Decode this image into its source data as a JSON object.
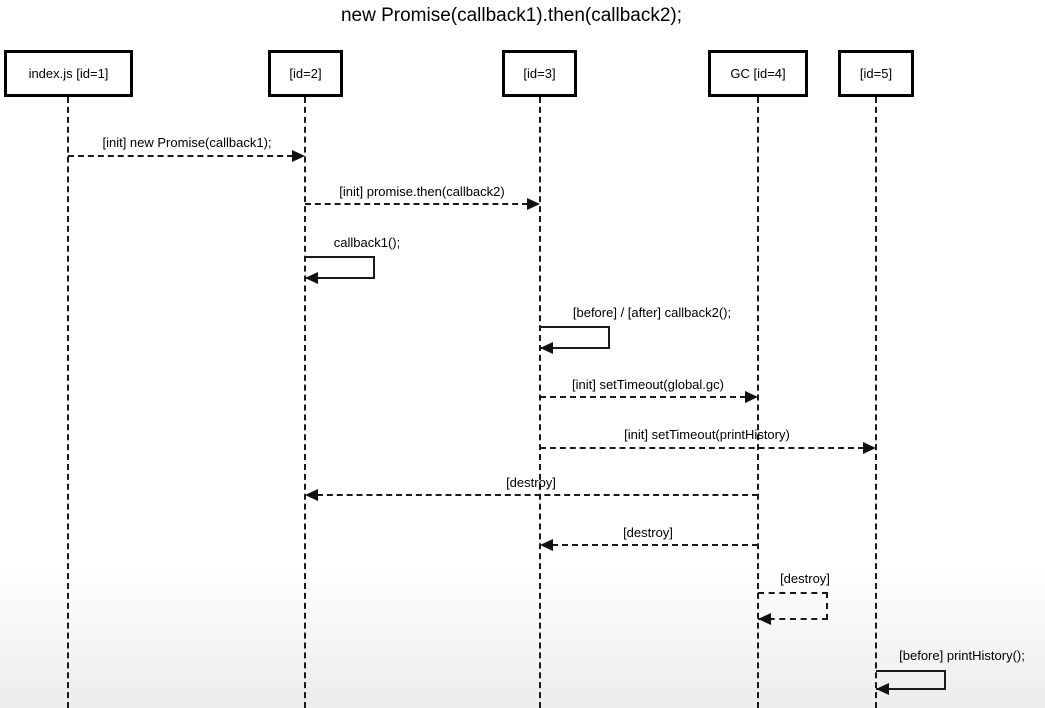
{
  "title": "new Promise(callback1).then(callback2);",
  "colors": {
    "line": "#1a1a1a",
    "arrow": "#111111",
    "background": "#ffffff",
    "bottom_fade": "#ececec"
  },
  "actors": [
    {
      "id": "1",
      "label": "index.js [id=1]"
    },
    {
      "id": "2",
      "label": "[id=2]"
    },
    {
      "id": "3",
      "label": "[id=3]"
    },
    {
      "id": "4",
      "label": "GC [id=4]"
    },
    {
      "id": "5",
      "label": "[id=5]"
    }
  ],
  "messages": [
    {
      "label": "[init] new Promise(callback1);",
      "from": 1,
      "to": 2,
      "line": "dashed",
      "kind": "message"
    },
    {
      "label": "[init] promise.then(callback2)",
      "from": 2,
      "to": 3,
      "line": "dashed",
      "kind": "message"
    },
    {
      "label": "callback1();",
      "from": 2,
      "to": 2,
      "line": "solid",
      "kind": "self"
    },
    {
      "label": "[before] / [after] callback2();",
      "from": 3,
      "to": 3,
      "line": "solid",
      "kind": "self"
    },
    {
      "label": "[init] setTimeout(global.gc)",
      "from": 3,
      "to": 4,
      "line": "dashed",
      "kind": "message"
    },
    {
      "label": "[init] setTimeout(printHistory)",
      "from": 3,
      "to": 5,
      "line": "dashed",
      "kind": "message"
    },
    {
      "label": "[destroy]",
      "from": 4,
      "to": 2,
      "line": "dashed",
      "kind": "message"
    },
    {
      "label": "[destroy]",
      "from": 4,
      "to": 3,
      "line": "dashed",
      "kind": "message"
    },
    {
      "label": "[destroy]",
      "from": 4,
      "to": 4,
      "line": "dashed",
      "kind": "self"
    },
    {
      "label": "[before] printHistory();",
      "from": 5,
      "to": 5,
      "line": "solid",
      "kind": "self"
    }
  ]
}
